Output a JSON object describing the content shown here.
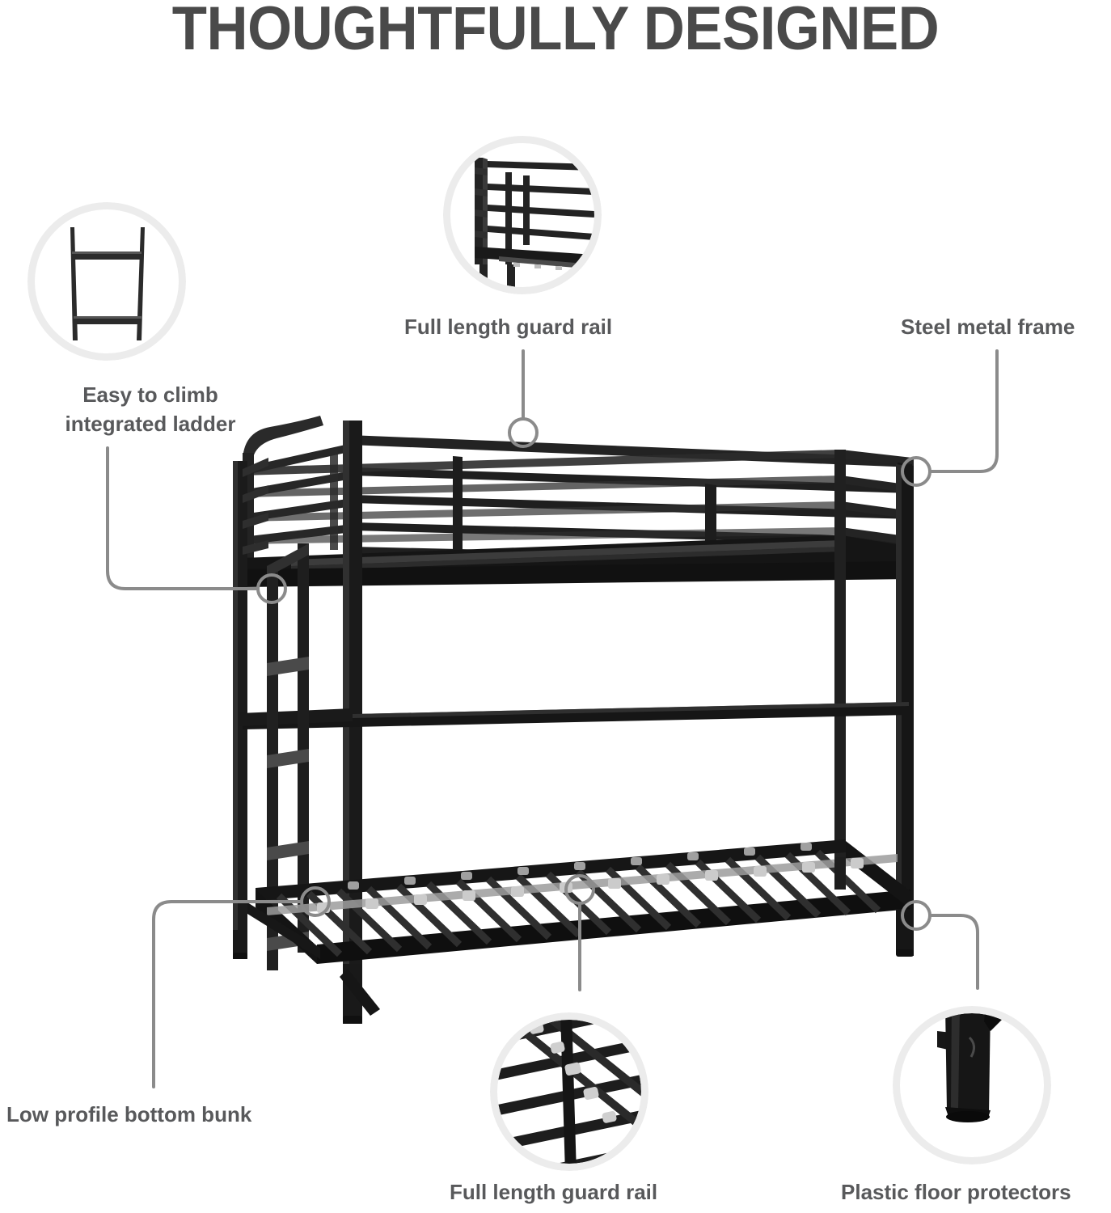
{
  "page": {
    "headline": "THOUGHTFULLY DESIGNED",
    "background_color": "#ffffff",
    "text_color": "#58595b",
    "headline_color": "#4a4a4a",
    "leader_color": "#8b8b8b",
    "ring_color": "#ececec",
    "frame_color": "#1c1c1c",
    "clip_color": "#c9c9c9",
    "product": "metal twin-over-twin bunk bed"
  },
  "callouts": [
    {
      "id": "easy-to-climb-integrated-ladder",
      "label_lines": [
        "Easy to climb",
        "integrated ladder"
      ],
      "label_full": "Easy to climb integrated ladder",
      "detail_icon": "ladder-detail",
      "position": "top-left"
    },
    {
      "id": "full-length-guard-rail-top",
      "label_lines": [
        "Full length guard rail"
      ],
      "label_full": "Full length guard rail",
      "detail_icon": "guard-rail-detail",
      "position": "top-center"
    },
    {
      "id": "steel-metal-frame",
      "label_lines": [
        "Steel metal frame"
      ],
      "label_full": "Steel metal frame",
      "detail_icon": null,
      "position": "top-right"
    },
    {
      "id": "low-profile-bottom-bunk",
      "label_lines": [
        "Low profile bottom bunk"
      ],
      "label_full": "Low profile bottom bunk",
      "detail_icon": null,
      "position": "bottom-left"
    },
    {
      "id": "full-length-guard-rail-bottom",
      "label_lines": [
        "Full length guard rail"
      ],
      "label_full": "Full length guard rail",
      "detail_icon": "slat-clip-detail",
      "position": "bottom-center"
    },
    {
      "id": "plastic-floor-protectors",
      "label_lines": [
        "Plastic floor protectors"
      ],
      "label_full": "Plastic floor protectors",
      "detail_icon": "floor-protector-detail",
      "position": "bottom-right"
    }
  ]
}
